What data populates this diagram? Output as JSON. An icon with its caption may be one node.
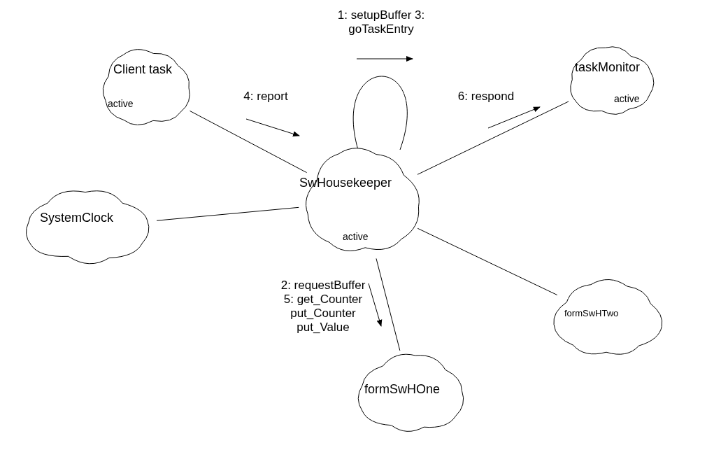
{
  "diagram": {
    "nodes": [
      {
        "text": [
          "Client task",
          "active"
        ]
      },
      {
        "text": [
          "taskMonitor",
          "active"
        ]
      },
      {
        "text": [
          "SwHousekeeper",
          "active"
        ]
      },
      {
        "text": [
          "SystemClock"
        ]
      },
      {
        "text": [
          "formSwHTwo"
        ]
      },
      {
        "text": [
          "formSwHOne"
        ]
      }
    ],
    "edges": [
      {
        "from": 0,
        "to": 2,
        "arrow": "none",
        "label": "4: report"
      },
      {
        "from": 2,
        "to": 2,
        "arrow": "none",
        "label": "1: setupBuffer 3: goTaskEntry"
      },
      {
        "from": 2,
        "to": 1,
        "arrow": "none",
        "label": "6: respond"
      },
      {
        "from": 3,
        "to": 2,
        "arrow": "none"
      },
      {
        "from": 2,
        "to": 5,
        "arrow": "none",
        "label": "2: requestBuffer 5: get_Counter put_Counter put_Value"
      },
      {
        "from": 2,
        "to": 4,
        "arrow": "none"
      }
    ]
  }
}
